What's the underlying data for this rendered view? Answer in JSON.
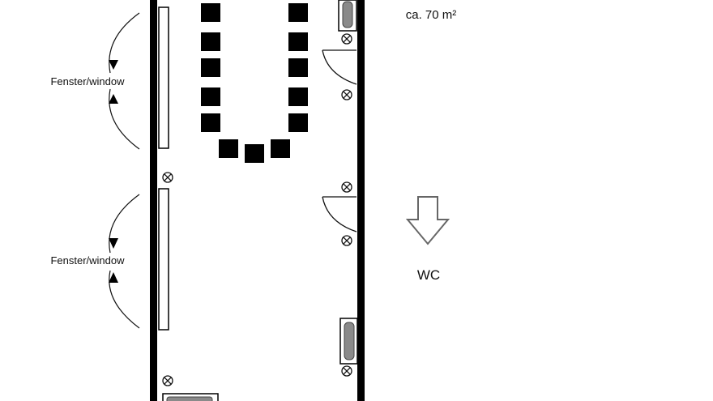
{
  "plan": {
    "area_label": "ca. 70 m²",
    "window_labels": [
      "Fenster/window",
      "Fenster/window"
    ],
    "wc_label": "WC"
  },
  "colors": {
    "wall": "#000000",
    "background": "#ffffff",
    "radiator_fill": "#8a8a8a",
    "line": "#222222"
  },
  "icons": {
    "light_fixture": "circle-x-icon",
    "direction_arrow": "down-arrow-outline-icon",
    "door": "door-swing-icon",
    "radiator": "radiator-icon"
  }
}
